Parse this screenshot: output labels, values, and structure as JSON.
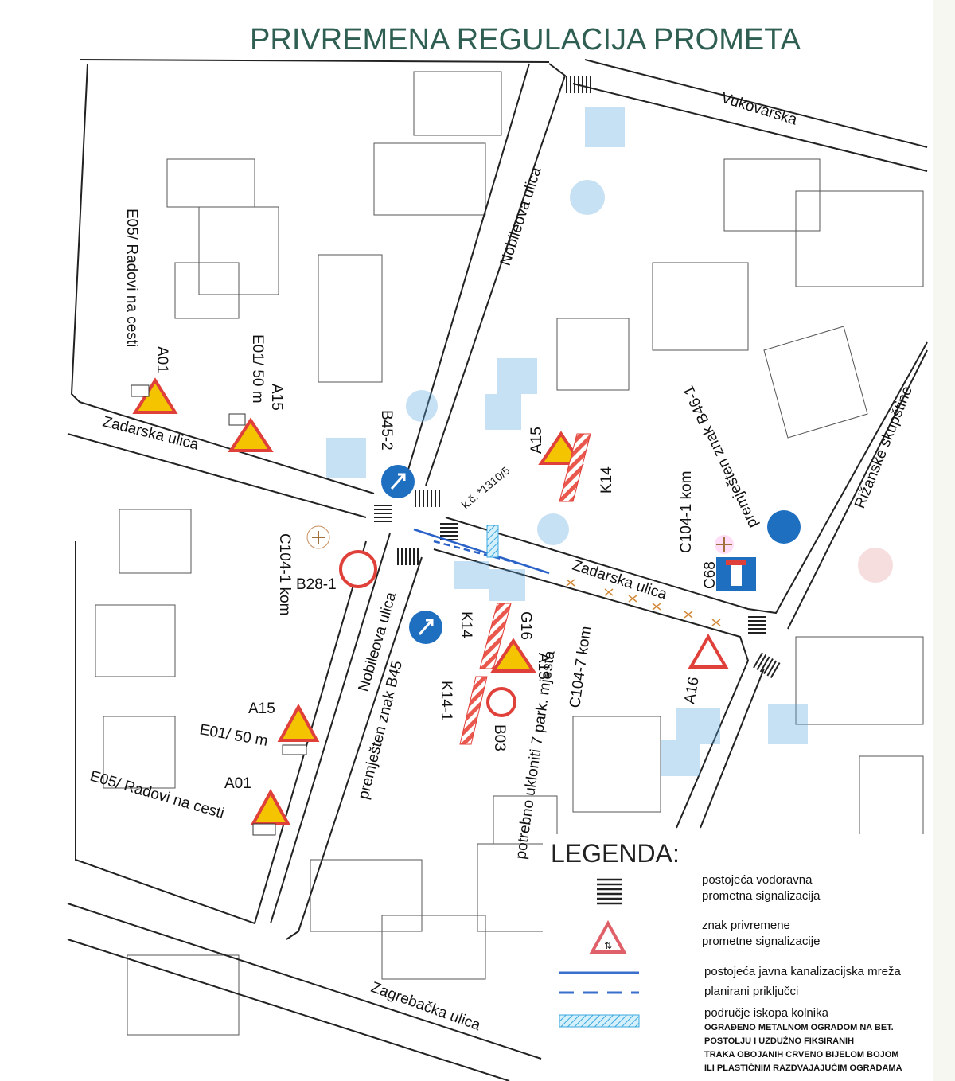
{
  "title": "PRIVREMENA REGULACIJA PROMETA",
  "streets": {
    "vukovarska": "Vukovarska",
    "nobileova_north": "Nobileova ulica",
    "nobileova_south": "Nobileova ulica",
    "zadarska_west": "Zadarska ulica",
    "zadarska_east": "Zadarska ulica",
    "zagrebacka": "Zagrebačka ulica",
    "rizanske": "Rižanske skupštine"
  },
  "labels": {
    "e05_nw": "E05/ Radovi na cesti",
    "a01_nw": "A01",
    "e01_nw": "E01/ 50 m",
    "a15_nw": "A15",
    "b45_2": "B45-2",
    "a15_ne": "A15",
    "k14_ne": "K14",
    "parcel": "k.č. *1310/5",
    "b46_moved": "premješten znak B46-1",
    "c104_1_e": "C104-1 kom",
    "c68": "C68",
    "c104_1_w": "C104-1 kom",
    "b28_1": "B28-1",
    "k14_s": "K14",
    "g16": "G16",
    "a15_s": "A15",
    "k14_1": "K14-1",
    "b03": "B03",
    "c104_7": "C104-7 kom",
    "remove_parking": "potrebno ukloniti 7 park. mjesta",
    "b45_moved": "premješten znak B45",
    "a16": "A16",
    "a15_sw": "A15",
    "e01_sw": "E01/ 50 m",
    "a01_sw": "A01",
    "e05_sw": "E05/ Radovi na cesti"
  },
  "legend": {
    "title": "LEGENDA:",
    "items": [
      {
        "icon": "crosswalk-icon",
        "line1": "postojeća vodoravna",
        "line2": "prometna signalizacija"
      },
      {
        "icon": "temporary-sign-icon",
        "line1": "znak privremene",
        "line2": "prometne signalizacije"
      },
      {
        "icon": "solid-blue-line-icon",
        "line1": "postojeća javna kanalizacijska mreža"
      },
      {
        "icon": "dashed-blue-line-icon",
        "line1": "planirani priključci"
      },
      {
        "icon": "hatched-area-icon",
        "line1": "područje iskopa kolnika"
      }
    ],
    "note": [
      "OGRAĐENO METALNOM OGRADOM NA BET.",
      "POSTOLJU I UZDUŽNO FIKSIRANIH",
      "TRAKA OBOJANIH CRVENO BIJELOM BOJOM",
      "ILI PLASTIČNIM RAZDVAJAJUĆIM OGRADAMA"
    ]
  },
  "colors": {
    "title": "#2f5f52",
    "sign_blue": "#1f6fc0",
    "sign_red": "#e0403a",
    "sign_yellow": "#f5c400",
    "sewer": "#2a62c8",
    "faint_blue": "#b9d8f0"
  }
}
